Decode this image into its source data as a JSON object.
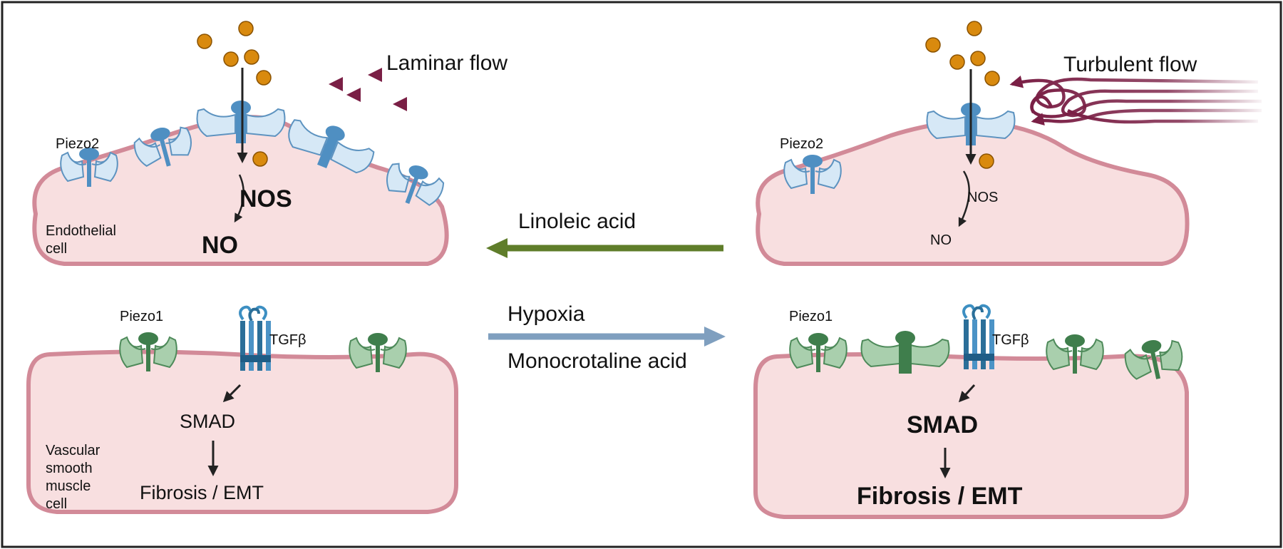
{
  "colors": {
    "cell_fill": "#f8dfe0",
    "cell_stroke": "#d28a98",
    "flow_arrow": "#7a1f45",
    "linoleic_arrow": "#5f7d2a",
    "hypoxia_arrow": "#7f9fbf",
    "piezo2_fill": "#d6e8f6",
    "piezo2_core": "#4f8fc2",
    "piezo1_fill": "#a9cfad",
    "piezo1_core": "#3f7e4c",
    "tgfb_receptor": "#2b6f99",
    "ligand": "#d98a0e"
  },
  "left": {
    "flow_label": "Laminar flow",
    "piezo2_label": "Piezo2",
    "nos_label": "NOS",
    "no_label": "NO",
    "endothelial_label_1": "Endothelial",
    "endothelial_label_2": "cell",
    "piezo1_label": "Piezo1",
    "tgfb_label": "TGFβ",
    "smad_label": "SMAD",
    "fibrosis_label": "Fibrosis / EMT",
    "vsmc_label_1": "Vascular",
    "vsmc_label_2": "smooth",
    "vsmc_label_3": "muscle",
    "vsmc_label_4": "cell"
  },
  "right": {
    "flow_label": "Turbulent flow",
    "piezo2_label": "Piezo2",
    "nos_label": "NOS",
    "no_label": "NO",
    "piezo1_label": "Piezo1",
    "tgfb_label": "TGFβ",
    "smad_label": "SMAD",
    "fibrosis_label": "Fibrosis / EMT"
  },
  "middle": {
    "linoleic_label": "Linoleic acid",
    "hypoxia_label": "Hypoxia",
    "monocrotaline_label": "Monocrotaline acid"
  }
}
